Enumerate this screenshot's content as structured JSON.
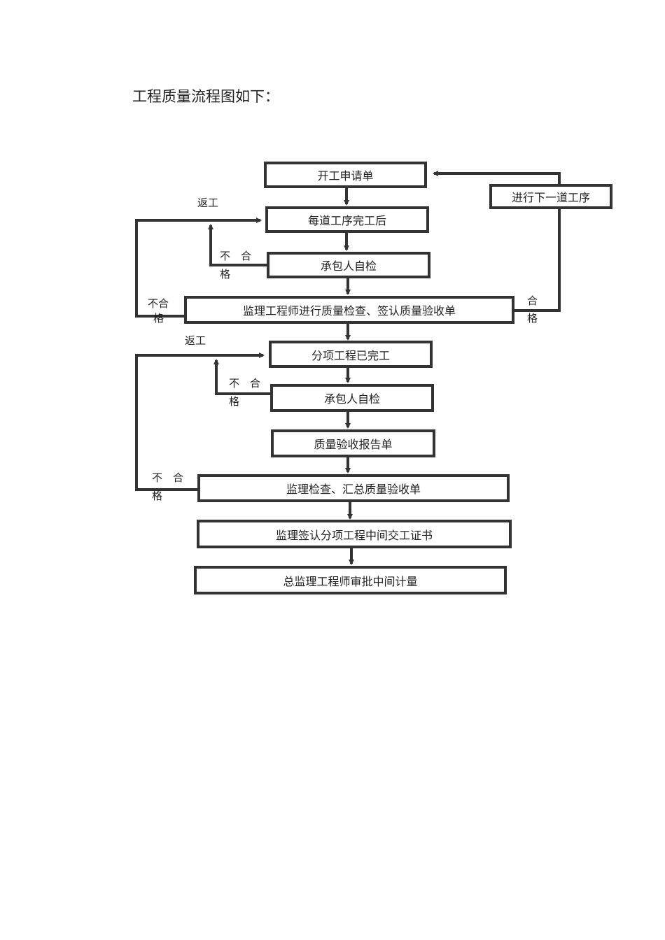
{
  "page": {
    "title": "工程质量流程图如下："
  },
  "flowchart": {
    "nodes": {
      "kaigong": "开工申请单",
      "next_process": "进行下一道工序",
      "each_process": "每道工序完工后",
      "self_check_1": "承包人自检",
      "supervisor_check": "监理工程师进行质量检查、签认质量验收单",
      "sub_done": "分项工程已完工",
      "self_check_2": "承包人自检",
      "report": "质量验收报告单",
      "summary_check": "监理检查、汇总质量验收单",
      "certificate": "监理签认分项工程中间交工证书",
      "approval": "总监理工程师审批中间计量"
    },
    "labels": {
      "rework_1": "返工",
      "fail_1a": "不　合",
      "fail_1b": "格",
      "fail_2a": "不合",
      "fail_2b": "格",
      "pass_a": "合",
      "pass_b": "格",
      "rework_2": "返工",
      "fail_3a": "不　合",
      "fail_3b": "格",
      "fail_4a": "不　合",
      "fail_4b": "格"
    }
  }
}
